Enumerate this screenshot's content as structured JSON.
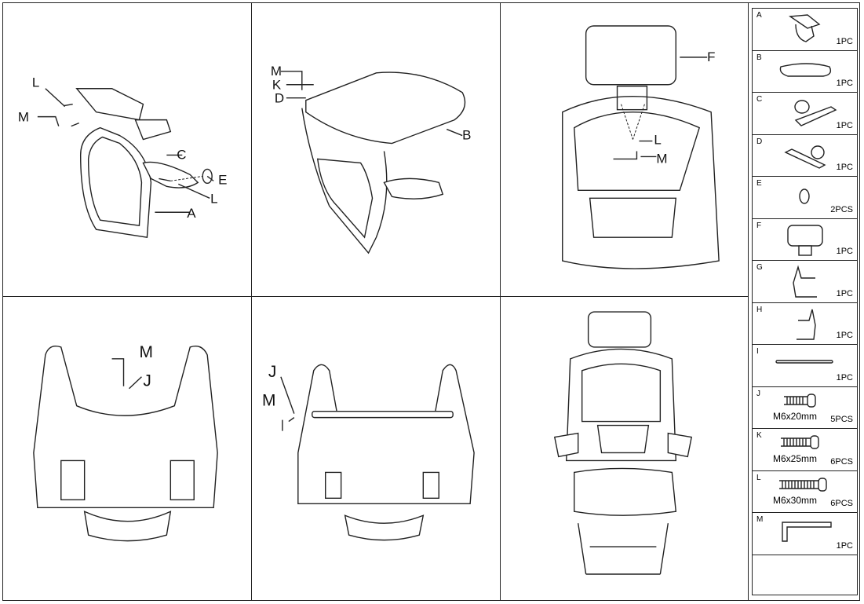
{
  "steps": {
    "step1": {
      "labels": {
        "l1": "L",
        "m": "M",
        "c": "C",
        "e": "E",
        "l2": "L",
        "a": "A"
      }
    },
    "step2": {
      "labels": {
        "m": "M",
        "k": "K",
        "d": "D",
        "b": "B"
      }
    },
    "step3": {
      "labels": {
        "f": "F",
        "l": "L",
        "m": "M"
      }
    },
    "step4": {
      "labels": {
        "m": "M",
        "j": "J"
      }
    },
    "step5": {
      "labels": {
        "j": "J",
        "m": "M"
      }
    },
    "step6": {
      "labels": {}
    }
  },
  "parts": [
    {
      "letter": "A",
      "qty": "1PC"
    },
    {
      "letter": "B",
      "qty": "1PC"
    },
    {
      "letter": "C",
      "qty": "1PC"
    },
    {
      "letter": "D",
      "qty": "1PC"
    },
    {
      "letter": "E",
      "qty": "2PCS"
    },
    {
      "letter": "F",
      "qty": "1PC"
    },
    {
      "letter": "G",
      "qty": "1PC"
    },
    {
      "letter": "H",
      "qty": "1PC"
    },
    {
      "letter": "I",
      "qty": "1PC"
    },
    {
      "letter": "J",
      "size": "M6x20mm",
      "qty": "5PCS"
    },
    {
      "letter": "K",
      "size": "M6x25mm",
      "qty": "6PCS"
    },
    {
      "letter": "L",
      "size": "M6x30mm",
      "qty": "6PCS"
    },
    {
      "letter": "M",
      "qty": "1PC"
    }
  ]
}
